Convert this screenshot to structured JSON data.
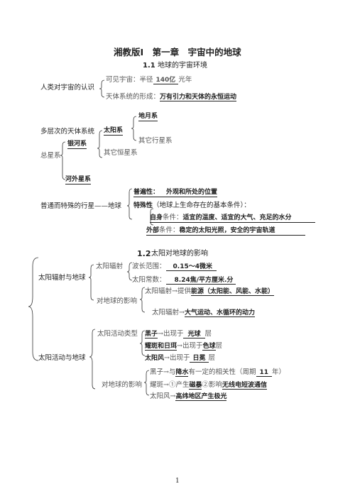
{
  "header": {
    "title": "湘教版Ⅰ　第一章　宇宙中的地球",
    "section1": "1.1",
    "section1_title": "地球的宇宙环境",
    "section2": "1.2",
    "section2_title": "太阳对地球的影响"
  },
  "s1": {
    "cognition": "人类对宇宙的认识",
    "visible_prefix": "可见宇宙：半径",
    "visible_value": "140亿",
    "visible_unit": "光年",
    "formation_prefix": "天体系统的形成：",
    "formation_value": "万有引力和天体的永恒运动",
    "levels": "多层次的天体系统",
    "earth_moon": "地月系",
    "solar_system": "太阳系",
    "other_planets": "其它行星系",
    "milky_way": "银河系",
    "other_stars": "其它恒星系",
    "total": "总星系",
    "extragalactic": "河外星系",
    "special_planet": "普通而特殊的行星——地球",
    "common_label": "普遍性：",
    "common_value": "外观和所处的位置",
    "special_label": "特殊性",
    "special_note": "（地球上生命存在的基本条件）：",
    "own_prefix": "自身",
    "own_label": "条件：",
    "own_value": "适宜的温度、适宜的大气、充足的水分",
    "ext_prefix": "外部",
    "ext_label": "条件：",
    "ext_value": "稳定的太阳光照，安全的宇宙轨道"
  },
  "s2": {
    "radiation_and_earth": "太阳辐射与地球",
    "radiation": "太阳辐射",
    "wavelength_prefix": "波长范围：",
    "wavelength_value": "0.15～4微米",
    "constant_prefix": "太阳常数：",
    "constant_value": "8.24焦/平方厘米.分",
    "impact": "对地球的影响",
    "energy_prefix": "太阳辐射→提供",
    "energy_value": "能源",
    "energy_detail": "（太阳能、风能、水能）",
    "power_prefix": "太阳辐射→",
    "power_value": "大气运动、水循环的动力",
    "activity_and_earth": "太阳活动与地球",
    "activity_types": "太阳活动类型",
    "sunspot": "黑子",
    "sunspot_mid": "→出现于",
    "photosphere": "光球",
    "layer1": "层",
    "flare": "耀斑和日珥",
    "flare_mid": "→出现于",
    "chromosphere": "色球",
    "layer2": "层",
    "wind": "太阳风",
    "wind_mid": "→出现于",
    "corona": "日冕",
    "layer3": "层",
    "impact2": "对地球的影响",
    "sunspot_prefix": "黑子→与",
    "precip": "降水",
    "sunspot_mid2": "有一定的相关性（周期",
    "cycle": "11",
    "cycle_unit": "年）",
    "flare2_prefix": "耀斑→①产生",
    "magnetic": "磁暴",
    "flare2_mid": "②影响",
    "radio": "无线电短波通信",
    "wind2_prefix": "太阳风→",
    "aurora": "高纬地区产生极光"
  },
  "footer": {
    "page_number": "1"
  }
}
